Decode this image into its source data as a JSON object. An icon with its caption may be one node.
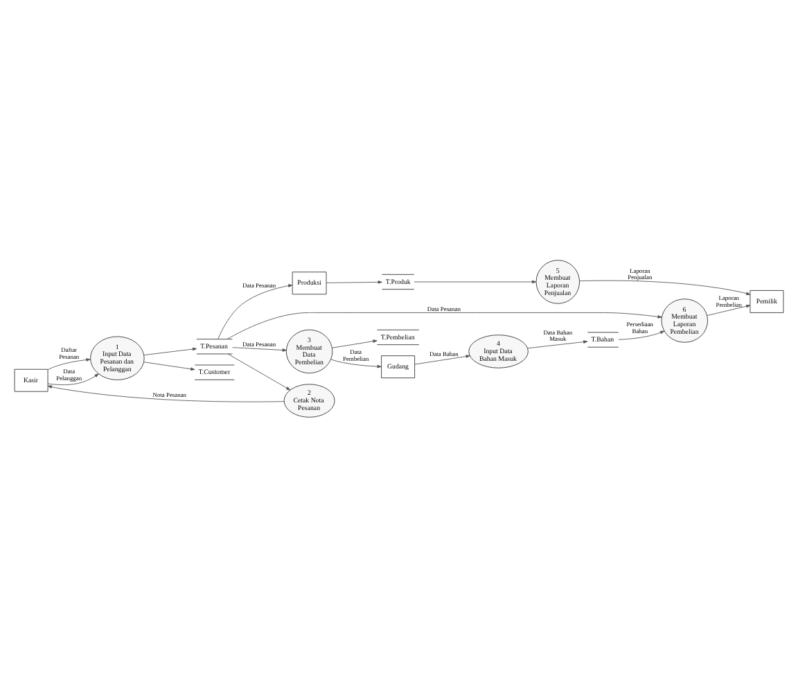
{
  "diagram": {
    "nodes": [
      {
        "text": [
          "Kasir"
        ]
      },
      {
        "text": [
          "1",
          "Input Data Pesanan dan Pelanggan"
        ]
      },
      {
        "text": [
          "T.Pesanan"
        ]
      },
      {
        "text": [
          "T.Customer"
        ]
      },
      {
        "text": [
          "2",
          "Cetak Nota Pesanan"
        ]
      },
      {
        "text": [
          "Produksi"
        ]
      },
      {
        "text": [
          "T.Pembelian"
        ]
      },
      {
        "text": [
          "3",
          "Membuat Data Pembelian"
        ]
      },
      {
        "text": [
          "Gudang"
        ]
      },
      {
        "text": [
          "4",
          "Input Data Bahan Masuk"
        ]
      },
      {
        "text": [
          "T.Produk"
        ]
      },
      {
        "text": [
          "T.Bahan"
        ]
      },
      {
        "text": [
          "6",
          "Membuat Laporan Pembelian"
        ]
      },
      {
        "text": [
          "5",
          "Membuat Laporan Penjualan"
        ]
      },
      {
        "text": [
          "Pemilik"
        ]
      }
    ],
    "edges": [
      {
        "from": 0,
        "to": 1,
        "arrow": "to",
        "label": "Daftar Pesanan"
      },
      {
        "from": 0,
        "to": 1,
        "arrow": "to",
        "label": "Data Pelanggan"
      },
      {
        "from": 1,
        "to": 2,
        "arrow": "to"
      },
      {
        "from": 1,
        "to": 3,
        "arrow": "to"
      },
      {
        "from": 2,
        "to": 4,
        "arrow": "to"
      },
      {
        "from": 4,
        "to": 0,
        "arrow": "to",
        "label": "Nota Pesanan"
      },
      {
        "from": 2,
        "to": 5,
        "arrow": "to",
        "label": "Data Pesanan"
      },
      {
        "from": 2,
        "to": 7,
        "arrow": "to",
        "label": "Data Pesanan"
      },
      {
        "from": 2,
        "to": 12,
        "arrow": "to",
        "label": "Data Pesanan"
      },
      {
        "from": 5,
        "to": 10,
        "arrow": "to"
      },
      {
        "from": 10,
        "to": 13,
        "arrow": "to"
      },
      {
        "from": 7,
        "to": 6,
        "arrow": "to"
      },
      {
        "from": 7,
        "to": 8,
        "arrow": "to",
        "label": "Data Pembelian"
      },
      {
        "from": 8,
        "to": 9,
        "arrow": "to",
        "label": "Data Bahan"
      },
      {
        "from": 9,
        "to": 11,
        "arrow": "to",
        "label": "Data Bahan Masuk"
      },
      {
        "from": 11,
        "to": 12,
        "arrow": "to",
        "label": "Persediaan Bahan"
      },
      {
        "from": 12,
        "to": 14,
        "arrow": "to",
        "label": "Laporan Pembelian"
      },
      {
        "from": 13,
        "to": 14,
        "arrow": "to",
        "label": "Laporan Penjualan"
      }
    ]
  }
}
